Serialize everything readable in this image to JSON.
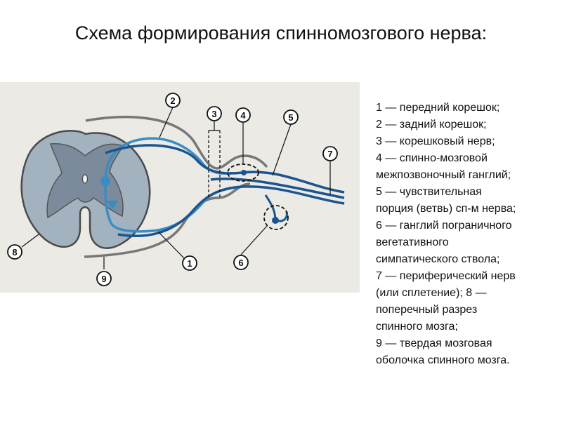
{
  "title": "Схема формирования спинномозгового нерва:",
  "callouts": [
    "1",
    "2",
    "3",
    "4",
    "5",
    "6",
    "7",
    "8",
    "9"
  ],
  "legend": [
    "1 — передний корешок;",
    "2 — задний корешок;",
    "3 — корешковый нерв;",
    "4 — спинно-мозговой",
    "межпозвоночный ганглий;",
    "5 — чувствительная",
    "порция (ветвь) сп-м нерва;",
    "6 — ганглий пограничного",
    "вегетативного",
    "симпатического ствола;",
    "7 — периферический нерв",
    "(или сплетение); 8 —",
    "поперечный разрез",
    "спинного мозга;",
    "9 — твердая мозговая",
    "оболочка спинного мозга."
  ],
  "colors": {
    "panel": "#eceae5",
    "cord_outer": "#a3b2bf",
    "gray_matter": "#7b8b9b",
    "nerve_dark": "#1b5590",
    "nerve_light": "#3a8cc4",
    "dura": "#777777"
  }
}
